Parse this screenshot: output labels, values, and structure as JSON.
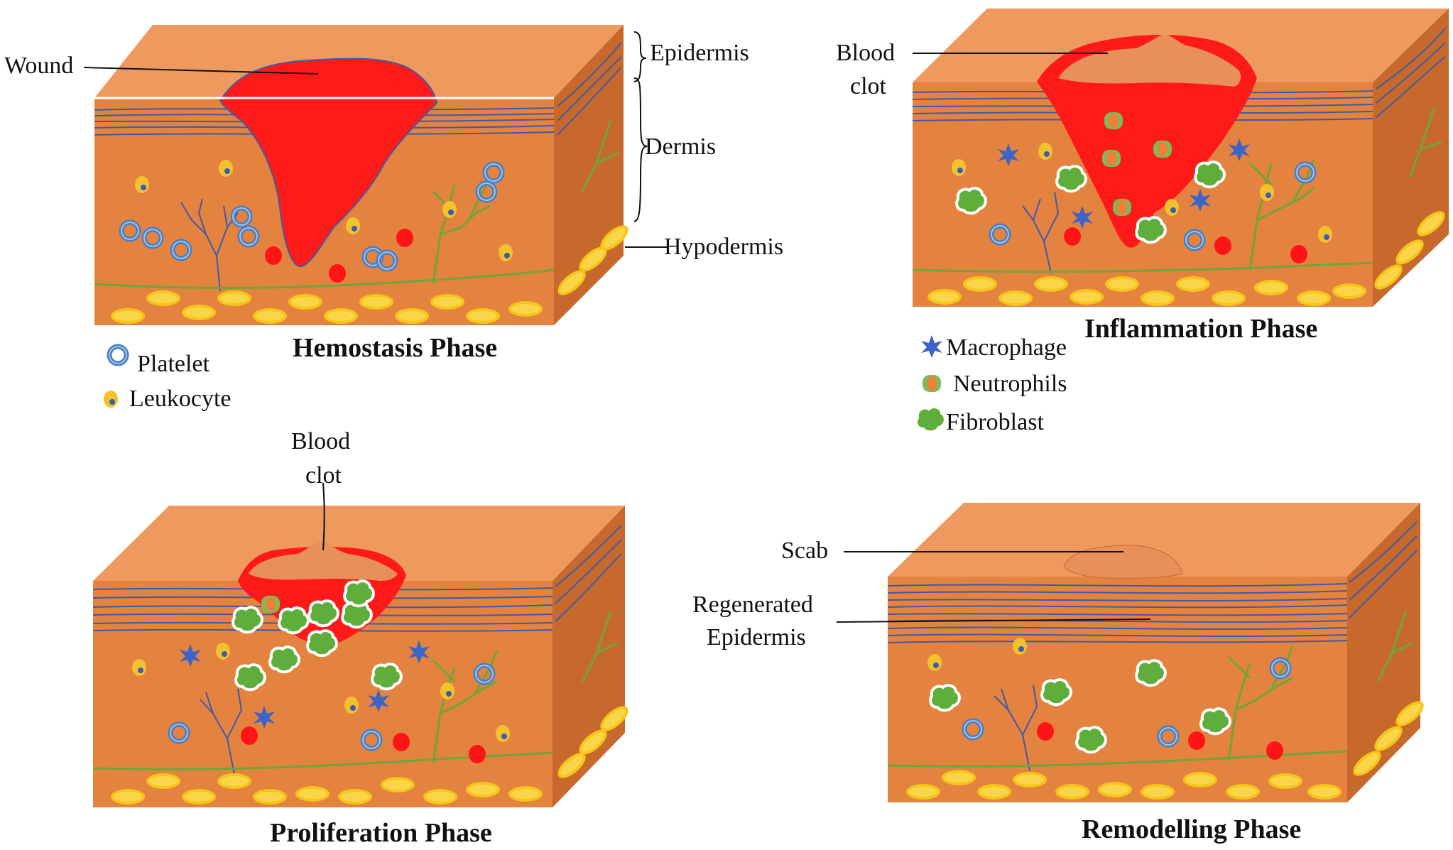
{
  "panels": {
    "hemostasis": {
      "title": "Hemostasis Phase"
    },
    "inflammation": {
      "title": "Inflammation Phase"
    },
    "proliferation": {
      "title": "Proliferation Phase"
    },
    "remodelling": {
      "title": "Remodelling Phase"
    }
  },
  "labels": {
    "wound": "Wound",
    "epidermis": "Epidermis",
    "dermis": "Dermis",
    "hypodermis": "Hypodermis",
    "blood_clot_line1": "Blood",
    "blood_clot_line2": "clot",
    "scab": "Scab",
    "regenerated_line1": "Regenerated",
    "regenerated_line2": "Epidermis"
  },
  "legend_left": [
    {
      "icon": "platelet-icon",
      "label": "Platelet"
    },
    {
      "icon": "leukocyte-icon",
      "label": "Leukocyte"
    }
  ],
  "legend_right": [
    {
      "icon": "macrophage-icon",
      "label": "Macrophage"
    },
    {
      "icon": "neutrophil-icon",
      "label": "Neutrophils"
    },
    {
      "icon": "fibroblast-icon",
      "label": "Fibroblast"
    }
  ],
  "colors": {
    "skin_top": "#EE9A5E",
    "skin_front": "#E3833F",
    "skin_side": "#C7692C",
    "wound": "#FF1A1A",
    "clot": "#E8905A",
    "fat": "#F5C518",
    "vessel_blue": "#3F5AA8",
    "vessel_green": "#6FA63A",
    "platelet": "#4A7FC1",
    "leukocyte": "#F2C12E",
    "fibroblast": "#5FAE3B",
    "macrophage": "#3C63C7"
  }
}
